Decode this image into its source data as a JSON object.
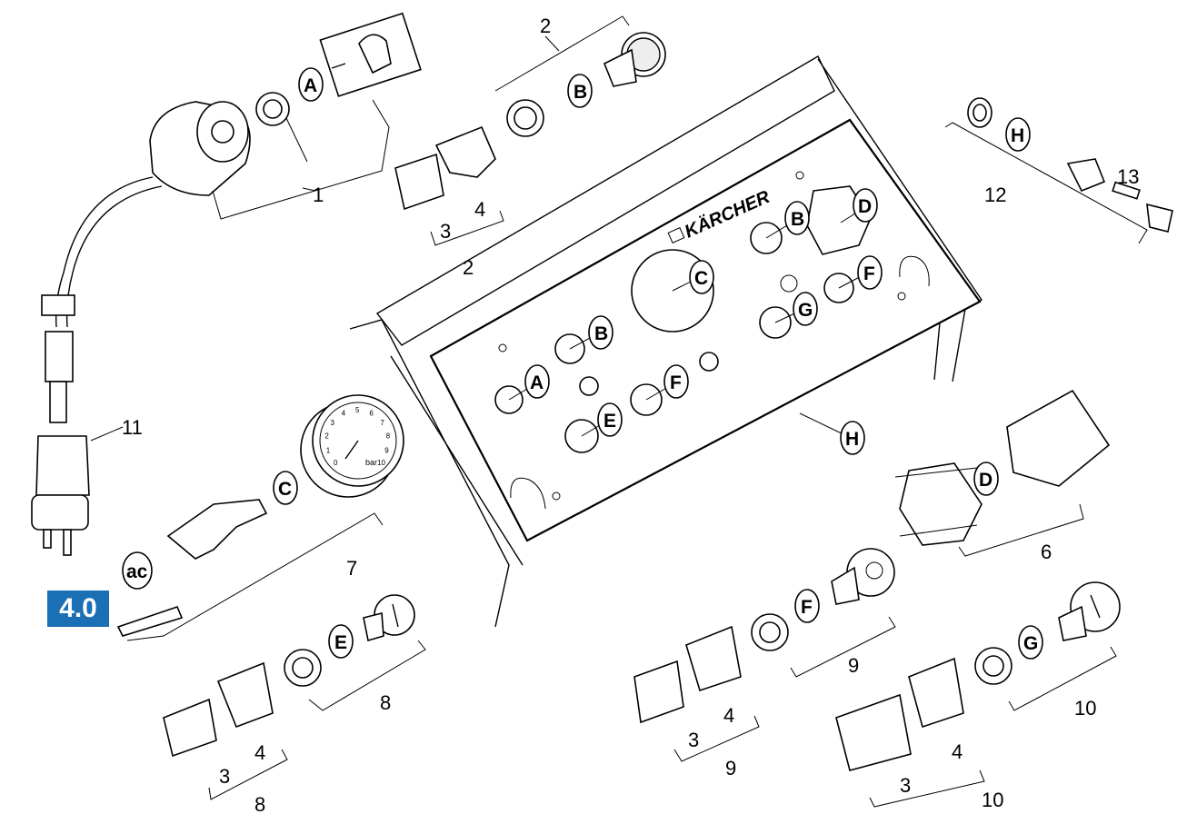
{
  "badge": "4.0",
  "brand": "KÄRCHER",
  "gauge": {
    "unit": "bar",
    "ticks": [
      "0",
      "1",
      "2",
      "3",
      "4",
      "5",
      "6",
      "7",
      "8",
      "9",
      "10"
    ]
  },
  "callouts": {
    "A": "A",
    "B": "B",
    "C": "C",
    "D": "D",
    "E": "E",
    "F": "F",
    "G": "G",
    "H": "H",
    "ac": "ac"
  },
  "numbers": {
    "n1": "1",
    "n2a": "2",
    "n2b": "2",
    "n3a": "3",
    "n4a": "4",
    "n6": "6",
    "n7": "7",
    "n8a": "8",
    "n8b": "8",
    "n3b": "3",
    "n4b": "4",
    "n9a": "9",
    "n9b": "9",
    "n3c": "3",
    "n4c": "4",
    "n10a": "10",
    "n10b": "10",
    "n3d": "3",
    "n4d": "4",
    "n11": "11",
    "n12": "12",
    "n13": "13"
  }
}
